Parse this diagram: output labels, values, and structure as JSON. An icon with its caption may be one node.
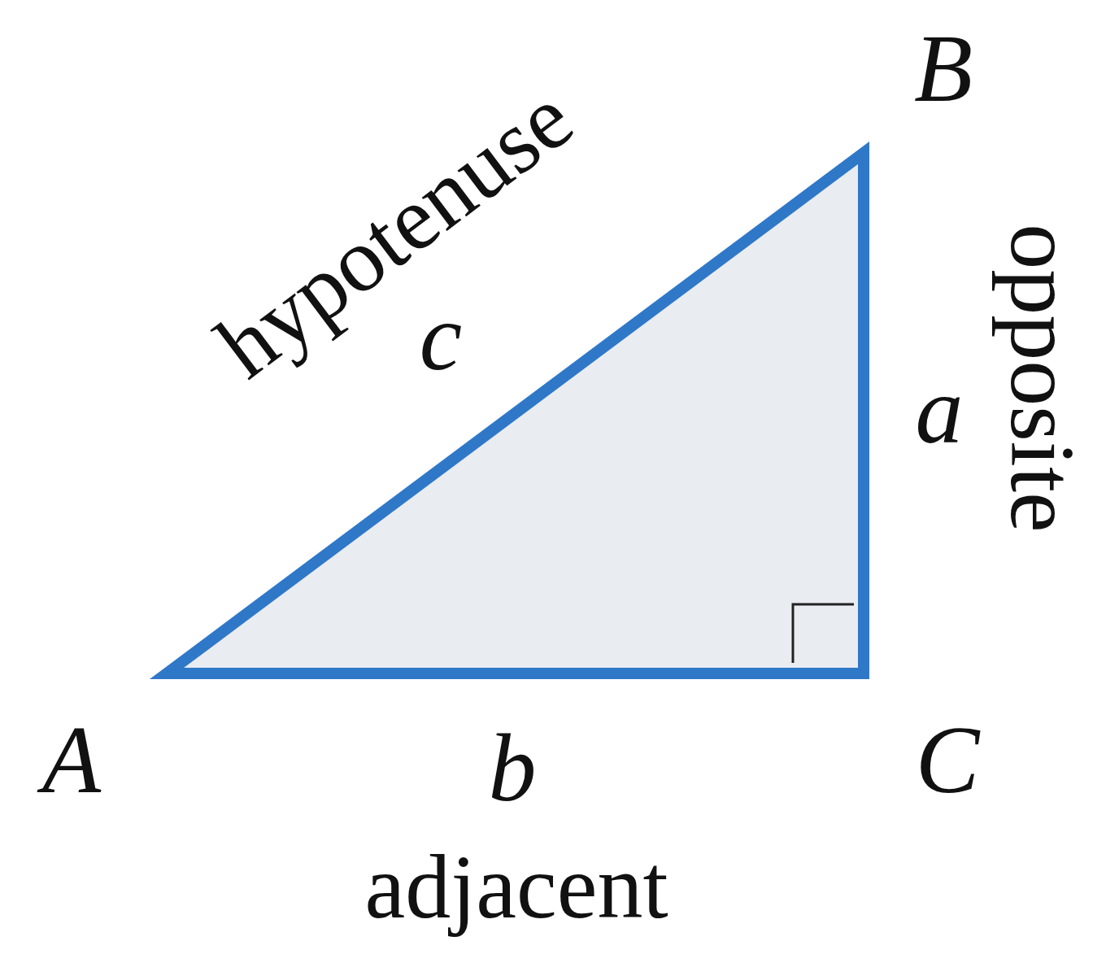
{
  "diagram": {
    "labels": [
      "hypotenuse",
      "B",
      "c",
      "opposite",
      "a",
      "A",
      "b",
      "C",
      "adjacent"
    ]
  }
}
